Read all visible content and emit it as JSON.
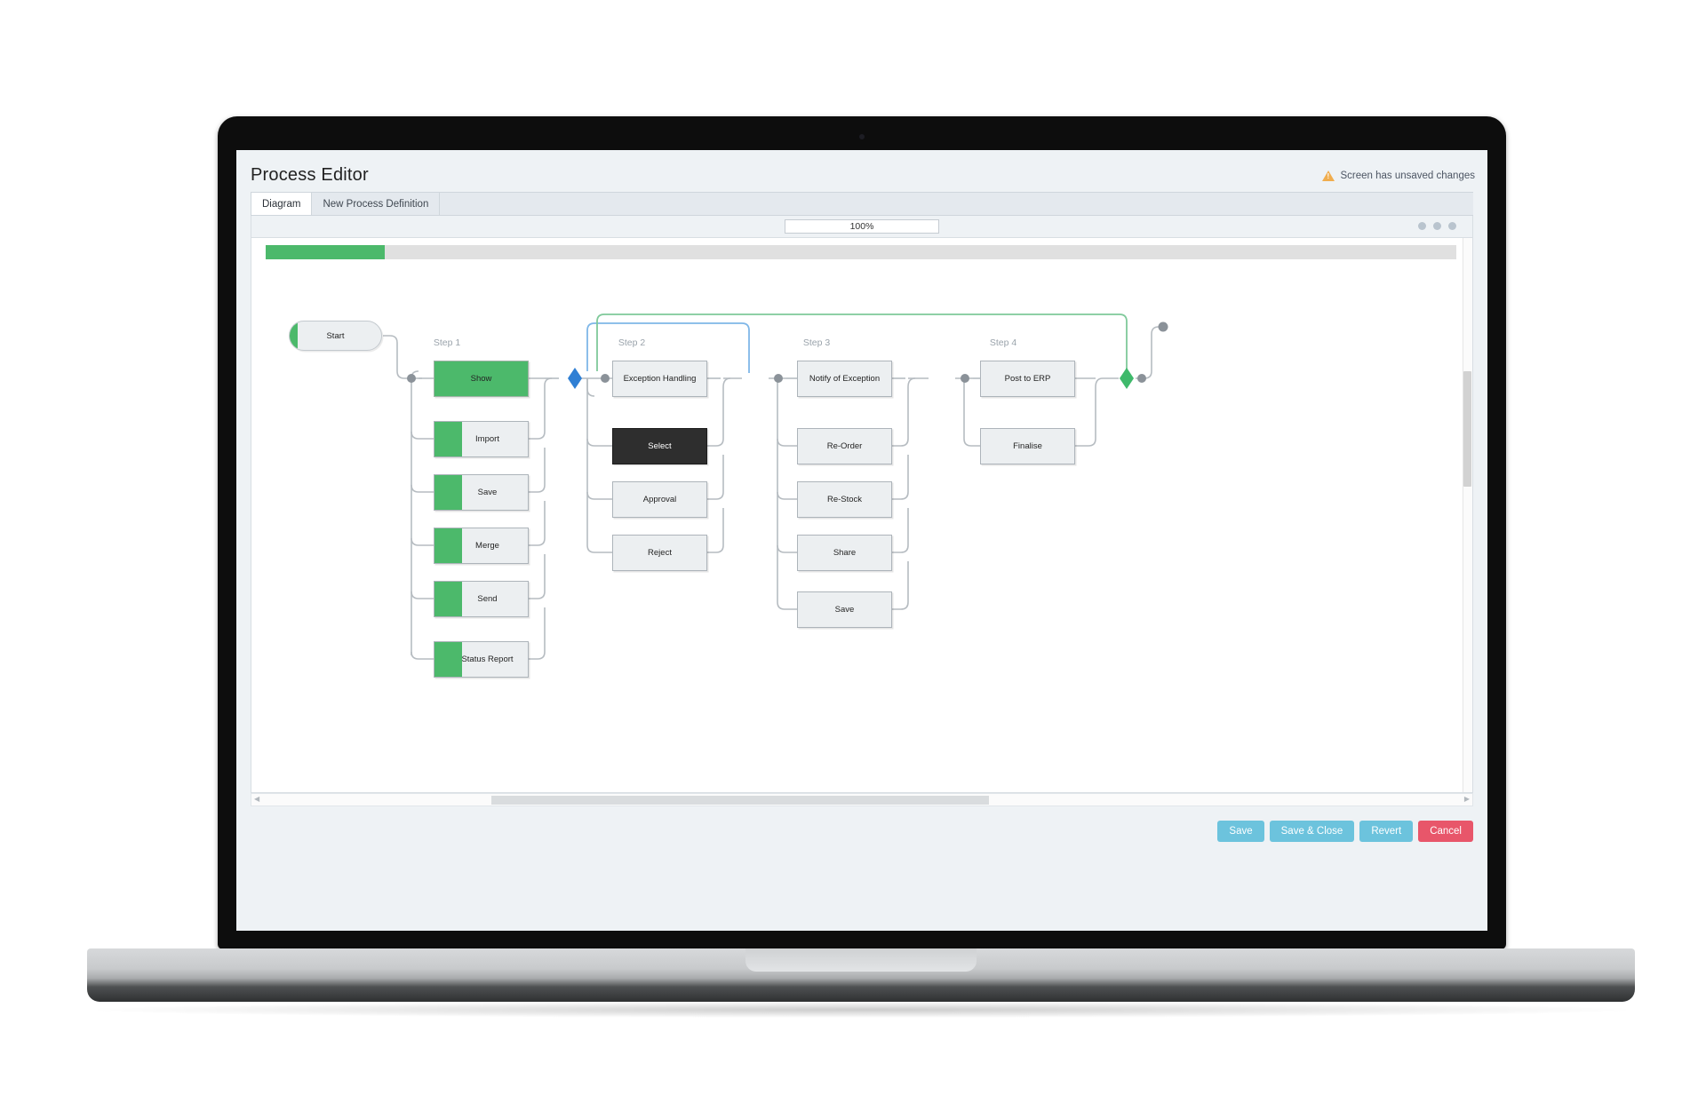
{
  "app": {
    "title": "Process Editor",
    "unsaved_notice": "Screen has unsaved changes",
    "warning_icon": "warning-triangle-icon"
  },
  "tabs": [
    {
      "label": "Diagram",
      "active": true
    },
    {
      "label": "New Process Definition",
      "active": false
    }
  ],
  "toolbar": {
    "zoom_level": "100%",
    "menu_dots": [
      "dot-1",
      "dot-2",
      "dot-3"
    ]
  },
  "progress": {
    "percent": 10,
    "fill_color": "#4cb96b",
    "track_color": "#e0e0e0"
  },
  "diagram": {
    "start_node": {
      "label": "Start",
      "accent_color": "#4cb96b"
    },
    "step_labels": [
      "Step 1",
      "Step 2",
      "Step 3",
      "Step 4"
    ],
    "columns": [
      {
        "header": "Step 1",
        "nodes": [
          {
            "label": "Show",
            "style": "solid"
          },
          {
            "label": "Import",
            "style": "accent"
          },
          {
            "label": "Save",
            "style": "accent"
          },
          {
            "label": "Merge",
            "style": "accent"
          },
          {
            "label": "Send",
            "style": "accent"
          },
          {
            "label": "Status Report",
            "style": "accent"
          }
        ]
      },
      {
        "header": "Step 2",
        "nodes": [
          {
            "label": "Exception Handling",
            "style": "plain"
          },
          {
            "label": "Select",
            "style": "dark"
          },
          {
            "label": "Approval",
            "style": "plain"
          },
          {
            "label": "Reject",
            "style": "plain"
          }
        ]
      },
      {
        "header": "Step 3",
        "nodes": [
          {
            "label": "Notify of Exception",
            "style": "plain"
          },
          {
            "label": "Re-Order",
            "style": "plain"
          },
          {
            "label": "Re-Stock",
            "style": "plain"
          },
          {
            "label": "Share",
            "style": "plain"
          },
          {
            "label": "Save",
            "style": "plain"
          }
        ]
      },
      {
        "header": "Step 4",
        "nodes": [
          {
            "label": "Post to ERP",
            "style": "plain"
          },
          {
            "label": "Finalise",
            "style": "plain"
          }
        ]
      }
    ],
    "connectors": {
      "line_color": "#b6bcc1",
      "highlight_blue": "#7fb7e8",
      "highlight_green": "#7fc99a",
      "junction_blue": "#2f7fd4",
      "junction_green": "#3fb96b",
      "junction_gray": "#8b9299"
    }
  },
  "footer": {
    "buttons": [
      {
        "label": "Save",
        "variant": "primary"
      },
      {
        "label": "Save & Close",
        "variant": "primary"
      },
      {
        "label": "Revert",
        "variant": "primary"
      },
      {
        "label": "Cancel",
        "variant": "danger"
      }
    ]
  },
  "colors": {
    "brand_green": "#4cb96b",
    "button_blue": "#6cc3dd",
    "button_red": "#e8566a",
    "chrome_bg": "#eef2f5"
  }
}
